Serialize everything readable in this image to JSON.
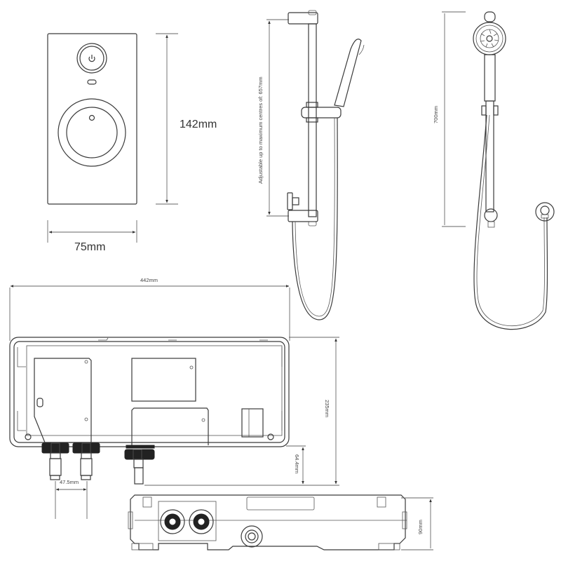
{
  "diagram": {
    "title": "Electric shower dimension drawing",
    "control_panel": {
      "height_label": "142mm",
      "width_label": "75mm",
      "power_icon": "power-icon"
    },
    "riser_rail": {
      "adjustable_label": "Adjustable up to maximum centres of: 657mm"
    },
    "handset_side": {
      "height_label": "700mm"
    },
    "unit_rear": {
      "width_label": "442mm",
      "height_label": "235mm",
      "outlet_drop_label": "64.4mm",
      "inlet_spacing_label": "47.5mm"
    },
    "unit_bottom": {
      "depth_label": "90mm"
    },
    "line_color": "#3a3a3a"
  }
}
